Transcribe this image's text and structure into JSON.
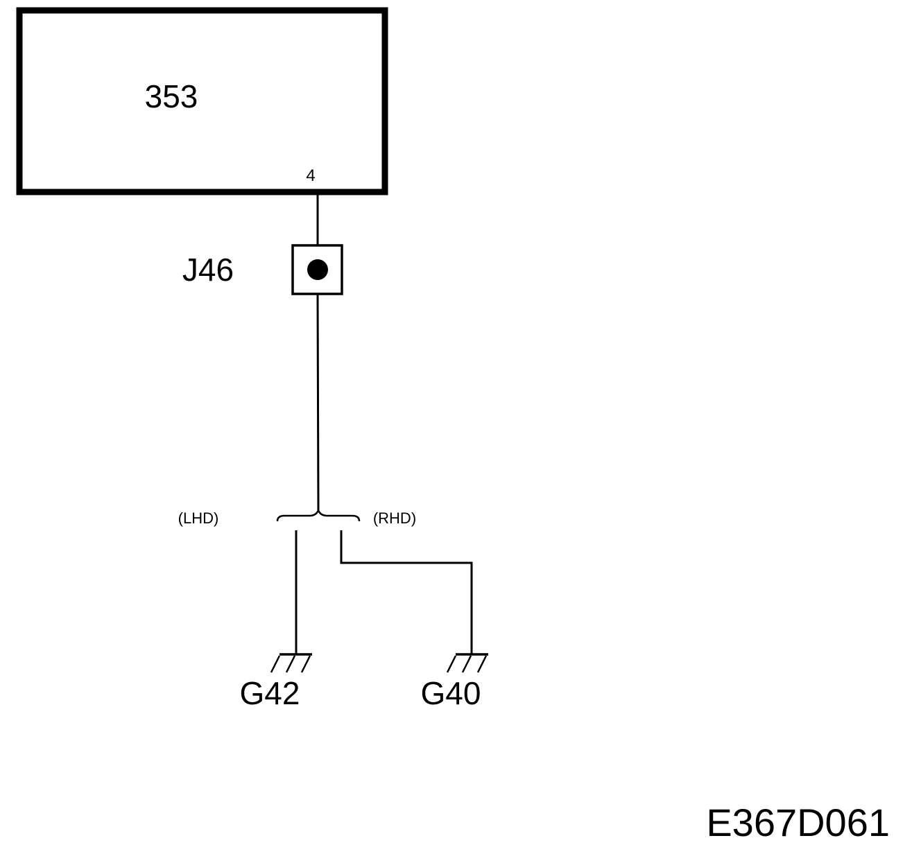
{
  "diagram": {
    "component": {
      "id": "353",
      "pin": "4"
    },
    "connector": {
      "id": "J46"
    },
    "variants": {
      "left": "(LHD)",
      "right": "(RHD)"
    },
    "grounds": [
      {
        "id": "G42"
      },
      {
        "id": "G40"
      }
    ],
    "figure_code": "E367D061"
  }
}
